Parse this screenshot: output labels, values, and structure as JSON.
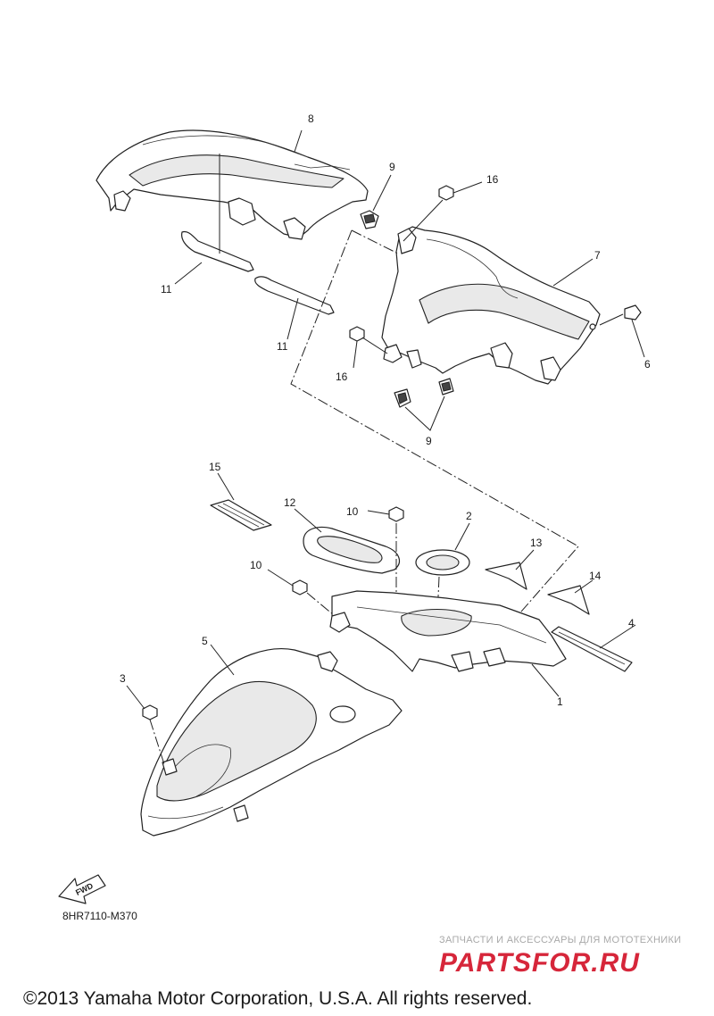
{
  "callouts": {
    "c8": "8",
    "c9a": "9",
    "c16a": "16",
    "c7": "7",
    "c6": "6",
    "c11a": "11",
    "c11b": "11",
    "c16b": "16",
    "c9b": "9",
    "c15": "15",
    "c12": "12",
    "c10a": "10",
    "c2": "2",
    "c13": "13",
    "c10b": "10",
    "c14": "14",
    "c4": "4",
    "c5": "5",
    "c3": "3",
    "c1": "1"
  },
  "fwd_label": "FWD",
  "ref_code": "8HR7110-M370",
  "copyright": "©2013 Yamaha Motor Corporation, U.S.A. All rights reserved.",
  "watermark": {
    "tagline": "ЗАПЧАСТИ И АКСЕССУАРЫ ДЛЯ МОТОТЕХНИКИ",
    "logo": "PARTSFOR.RU",
    "color": "#d6263a"
  }
}
